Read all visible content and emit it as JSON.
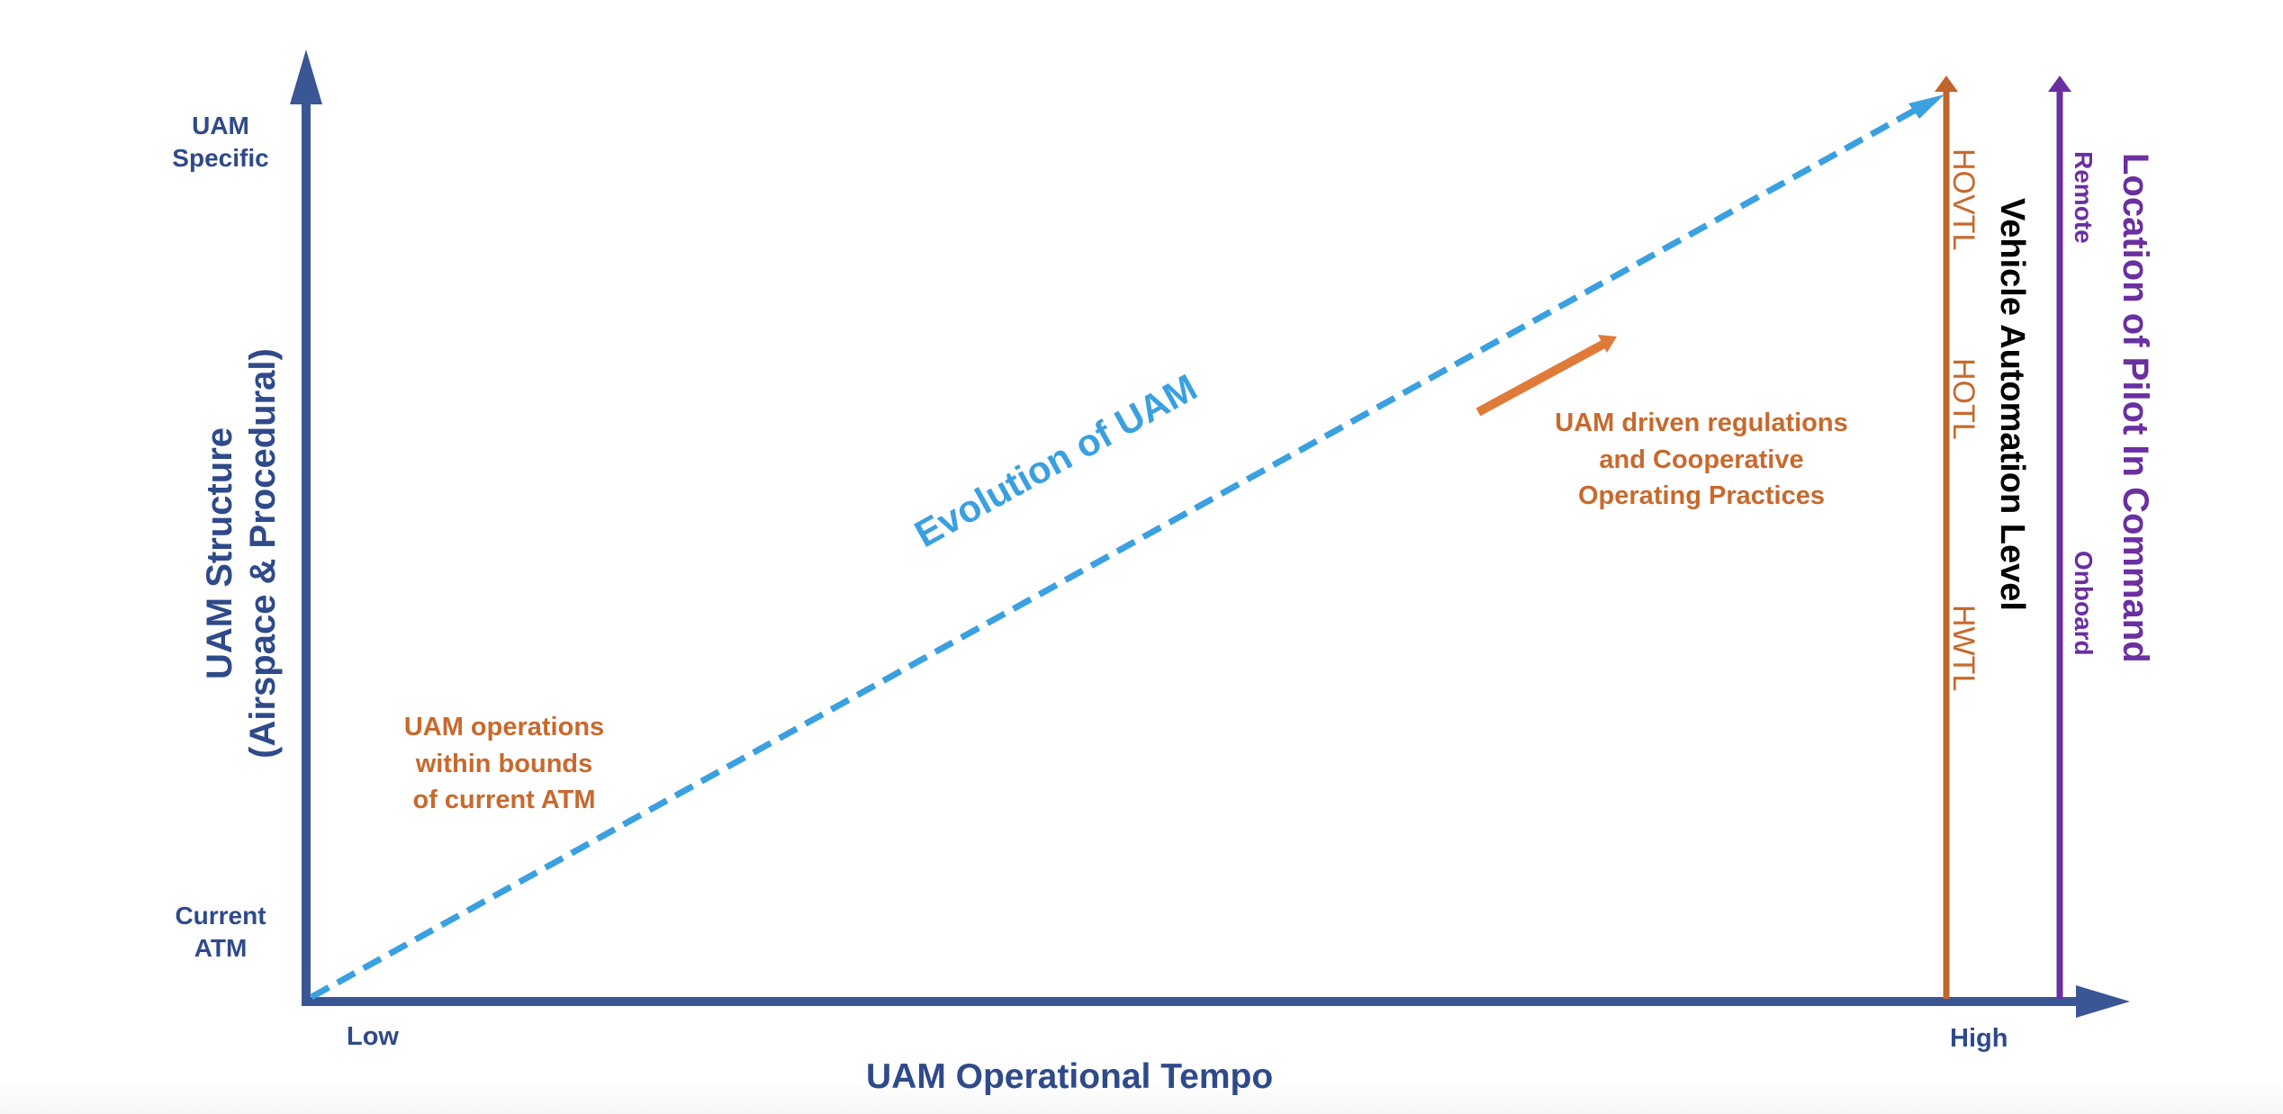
{
  "colors": {
    "axis": "#3a5694",
    "evolution_line": "#3aa0e0",
    "automation_axis": "#c0652c",
    "pilot_axis": "#6a2fa0",
    "uam_driven_arrow": "#e07a38",
    "annotation_text": "#c8692d"
  },
  "y_axis": {
    "title_line1": "UAM Structure",
    "title_line2": "(Airspace & Procedural)",
    "top_label_line1": "UAM",
    "top_label_line2": "Specific",
    "bottom_label_line1": "Current",
    "bottom_label_line2": "ATM"
  },
  "x_axis": {
    "title": "UAM Operational Tempo",
    "left_label": "Low",
    "right_label": "High"
  },
  "evolution": {
    "label": "Evolution of UAM"
  },
  "annotations": {
    "current_atm_line1": "UAM operations",
    "current_atm_line2": "within bounds",
    "current_atm_line3": "of current ATM",
    "uam_driven_line1": "UAM driven regulations",
    "uam_driven_line2": "and Cooperative",
    "uam_driven_line3": "Operating Practices"
  },
  "vehicle_automation": {
    "title": "Vehicle Automation Level",
    "levels": [
      "HOVTL",
      "HOTL",
      "HWTL"
    ]
  },
  "pilot_location": {
    "title": "Location of Pilot In Command",
    "levels": [
      "Remote",
      "Onboard"
    ]
  },
  "chart_data": {
    "type": "line",
    "title": "",
    "xlabel": "UAM Operational Tempo",
    "ylabel": "UAM Structure (Airspace & Procedural)",
    "x_ticks": [
      "Low",
      "High"
    ],
    "y_ticks": [
      "Current ATM",
      "UAM Specific"
    ],
    "series": [
      {
        "name": "Evolution of UAM",
        "style": "dashed-arrow",
        "x": [
          "Low",
          "High"
        ],
        "y": [
          "Current ATM",
          "UAM Specific"
        ]
      }
    ],
    "secondary_axes": [
      {
        "name": "Vehicle Automation Level",
        "ticks_top_to_bottom": [
          "HOVTL",
          "HOTL",
          "HWTL"
        ]
      },
      {
        "name": "Location of Pilot In Command",
        "ticks_top_to_bottom": [
          "Remote",
          "Onboard"
        ]
      }
    ],
    "annotations": [
      "UAM operations within bounds of current ATM",
      "UAM driven regulations and Cooperative Operating Practices"
    ],
    "grid": false
  }
}
